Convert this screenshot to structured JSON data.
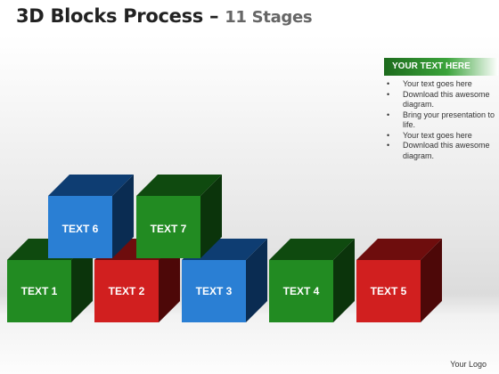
{
  "title": {
    "main": "3D Blocks Process –",
    "stages": "11 Stages"
  },
  "panel": {
    "header": "YOUR TEXT HERE",
    "bullets": [
      "Your text goes here",
      "Download this awesome diagram.",
      "Bring your presentation to life.",
      "Your text goes here",
      "Download this awesome diagram."
    ]
  },
  "blocks": [
    {
      "label": "TEXT 1",
      "color": "green"
    },
    {
      "label": "TEXT 2",
      "color": "red"
    },
    {
      "label": "TEXT 3",
      "color": "blue"
    },
    {
      "label": "TEXT 4",
      "color": "green"
    },
    {
      "label": "TEXT 5",
      "color": "red"
    },
    {
      "label": "TEXT 6",
      "color": "blue"
    },
    {
      "label": "TEXT 7",
      "color": "green"
    }
  ],
  "colors": {
    "green": {
      "front": "#228b22",
      "top": "#0f4a0f",
      "side": "#0b340b"
    },
    "red": {
      "front": "#d11f1f",
      "top": "#6e0d0d",
      "side": "#4d0808"
    },
    "blue": {
      "front": "#2a7fd4",
      "top": "#0e3d72",
      "side": "#0a2c52"
    }
  },
  "logo": "Your Logo"
}
